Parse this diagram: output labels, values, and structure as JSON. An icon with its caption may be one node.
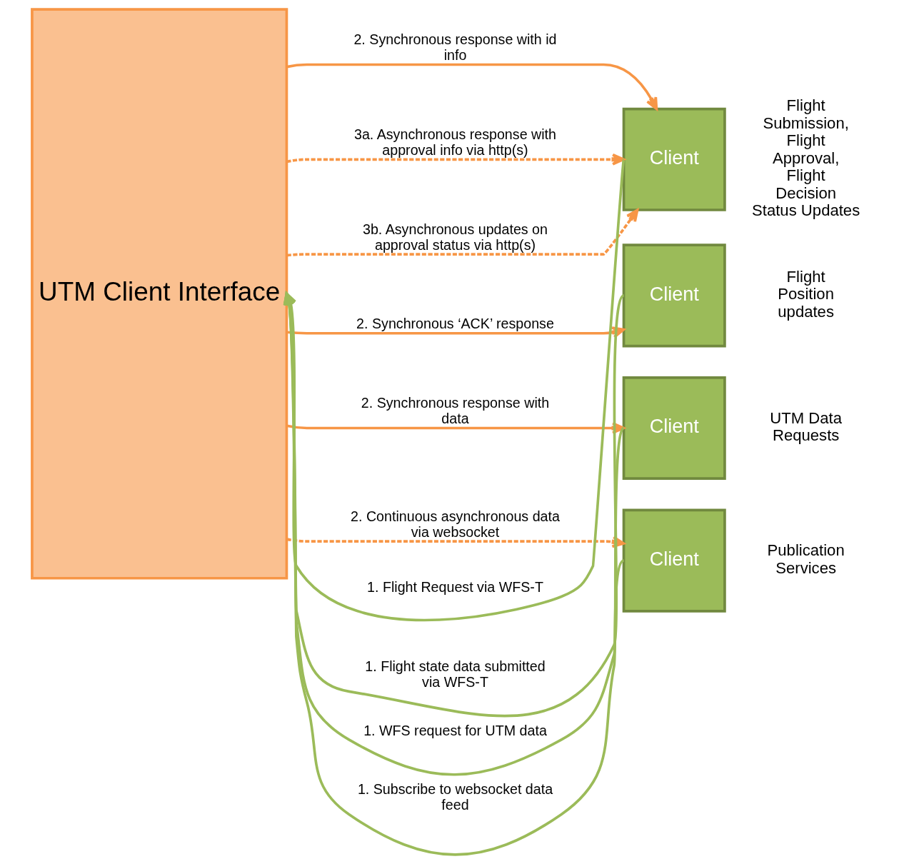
{
  "diagram": {
    "nodes": [
      {
        "text": [
          "UTM Client Interface"
        ]
      },
      {
        "text": [
          "Client"
        ],
        "beside": [
          "Flight Submission, Flight Approval, Flight Decision Status Updates"
        ]
      },
      {
        "text": [
          "Client"
        ],
        "beside": [
          "Flight Position updates"
        ]
      },
      {
        "text": [
          "Client"
        ],
        "beside": [
          "UTM Data Requests"
        ]
      },
      {
        "text": [
          "Client"
        ],
        "beside": [
          "Publication Services"
        ]
      }
    ],
    "edges": [
      {
        "from": 1,
        "to": 0,
        "arrow": "to",
        "label": "1. Flight Request via WFS-T",
        "color": "#9bbb59"
      },
      {
        "from": 0,
        "to": 1,
        "arrow": "to",
        "label": "2. Synchronous response with id info"
      },
      {
        "from": 0,
        "to": 1,
        "arrow": "to",
        "label": "3a. Asynchronous response with approval info via http(s)",
        "style": "dashed"
      },
      {
        "from": 0,
        "to": 1,
        "arrow": "to",
        "label": "3b. Asynchronous updates on approval status via http(s)",
        "style": "dashed"
      },
      {
        "from": 2,
        "to": 0,
        "arrow": "to",
        "label": "1. Flight state data submitted via WFS-T",
        "color": "#9bbb59"
      },
      {
        "from": 0,
        "to": 2,
        "arrow": "to",
        "label": "2. Synchronous ‘ACK’ response"
      },
      {
        "from": 3,
        "to": 0,
        "arrow": "to",
        "label": "1. WFS request for UTM data",
        "color": "#9bbb59"
      },
      {
        "from": 0,
        "to": 3,
        "arrow": "to",
        "label": "2. Synchronous response with data"
      },
      {
        "from": 4,
        "to": 0,
        "arrow": "to",
        "label": "1. Subscribe to websocket data feed",
        "color": "#9bbb59"
      },
      {
        "from": 0,
        "to": 4,
        "arrow": "to",
        "label": "2. Continuous asynchronous data via websocket",
        "style": "dashed"
      }
    ]
  }
}
